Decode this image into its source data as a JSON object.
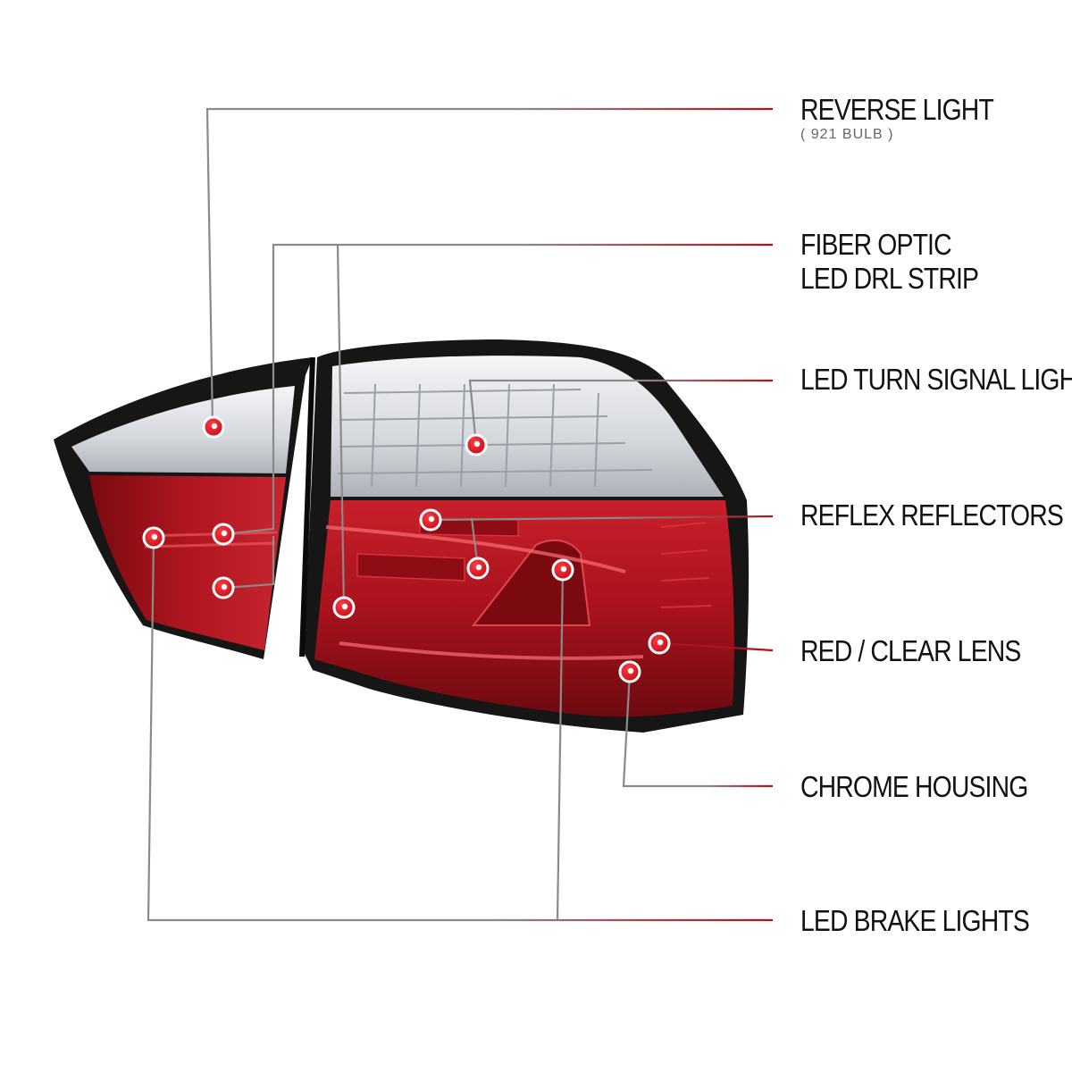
{
  "callouts": [
    {
      "id": "reverse-light",
      "label": "REVERSE LIGHT",
      "sublabel": "( 921 BULB )"
    },
    {
      "id": "fiber-optic",
      "label_lines": [
        "FIBER OPTIC",
        "LED DRL STRIP"
      ]
    },
    {
      "id": "led-turn-signal",
      "label": "LED TURN SIGNAL LIGHT"
    },
    {
      "id": "reflex-reflectors",
      "label": "REFLEX REFLECTORS"
    },
    {
      "id": "red-clear-lens",
      "label": "RED / CLEAR LENS"
    },
    {
      "id": "chrome-housing",
      "label": "CHROME HOUSING"
    },
    {
      "id": "led-brake-lights",
      "label": "LED BRAKE LIGHTS"
    }
  ],
  "colors": {
    "line_gray": "#8a8a8a",
    "line_red": "#b0121b",
    "dot_red": "#d8121e",
    "lens_red": "#a8121d",
    "lens_dark": "#5a070c",
    "clear_lens": "#e6e8ec",
    "housing_black": "#161616"
  }
}
